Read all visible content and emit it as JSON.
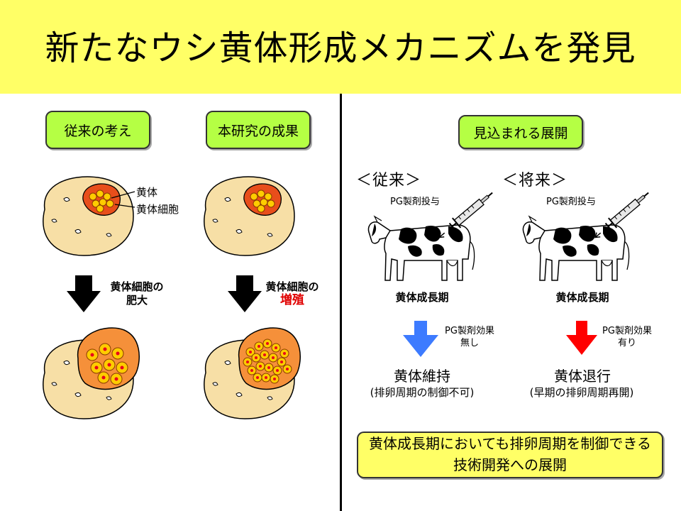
{
  "title": "新たなウシ黄体形成メカニズムを発見",
  "left": {
    "box_conventional": "従来の考え",
    "box_this_study": "本研究の成果",
    "label_corpus_luteum": "黄体",
    "label_luteal_cell": "黄体細胞",
    "arrow1_line1": "黄体細胞の",
    "arrow1_line2": "肥大",
    "arrow2_line1": "黄体細胞の",
    "arrow2_line2": "増殖"
  },
  "right": {
    "box_outlook": "見込まれる展開",
    "heading_conventional": "＜従来＞",
    "heading_future": "＜将来＞",
    "injection_label": "PG製剤投与",
    "phase_label": "黄体成長期",
    "effect_none_line1": "PG製剤効果",
    "effect_none_line2": "無し",
    "effect_yes_line1": "PG製剤効果",
    "effect_yes_line2": "有り",
    "result_conventional": "黄体維持",
    "result_conventional_sub": "(排卵周期の制御不可)",
    "result_future": "黄体退行",
    "result_future_sub": "(早期の排卵周期再開)",
    "summary_line1": "黄体成長期においても排卵周期を制御できる",
    "summary_line2": "技術開発への展開"
  },
  "colors": {
    "header": "#ffff66",
    "green_box": "#b5ff44",
    "arrow_blue": "#3d7bff",
    "arrow_red": "#ff0000",
    "emphasis_red": "#e00000"
  }
}
